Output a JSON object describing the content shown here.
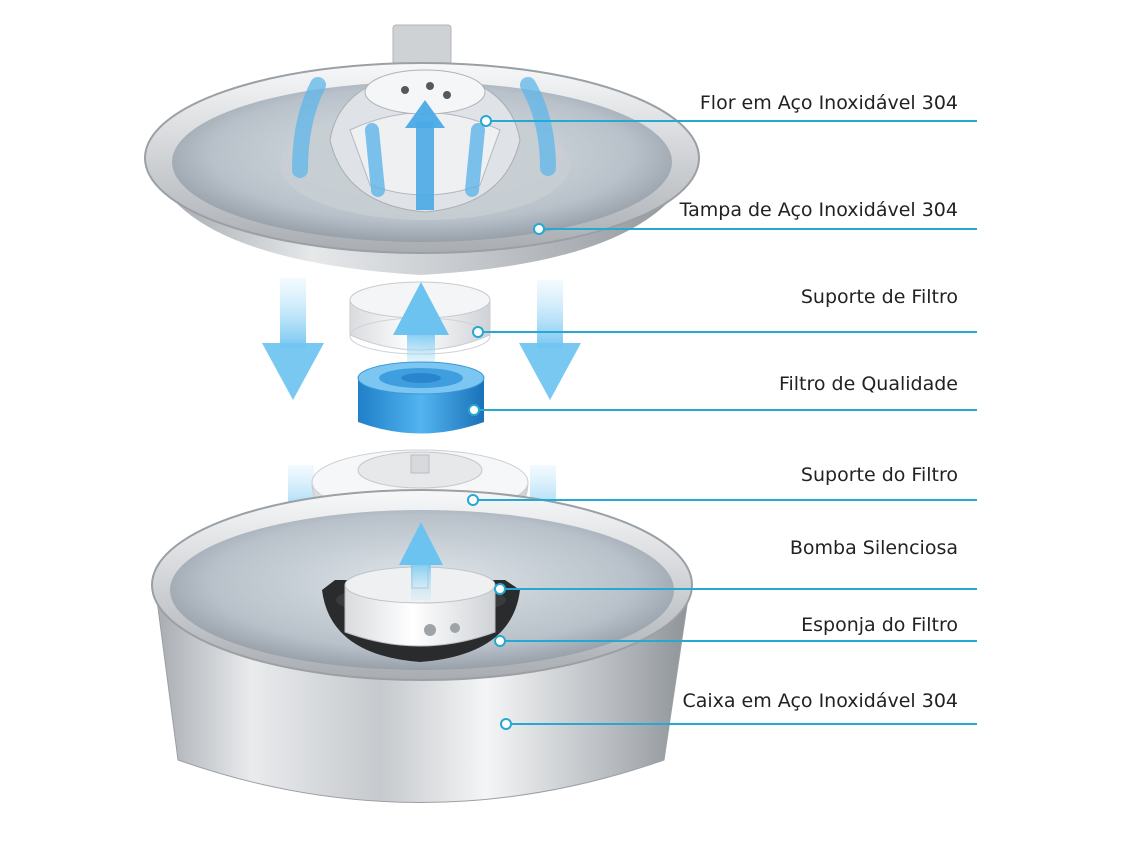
{
  "labels": [
    {
      "id": "flor",
      "text": "Flor em Aço Inoxidável 304"
    },
    {
      "id": "tampa",
      "text": "Tampa de Aço Inoxidável 304"
    },
    {
      "id": "suporte-filtro",
      "text": "Suporte de Filtro"
    },
    {
      "id": "filtro-qualidade",
      "text": "Filtro de Qualidade"
    },
    {
      "id": "suporte-do-filtro",
      "text": "Suporte do Filtro"
    },
    {
      "id": "bomba",
      "text": "Bomba Silenciosa"
    },
    {
      "id": "esponja",
      "text": "Esponja do Filtro"
    },
    {
      "id": "caixa",
      "text": "Caixa em Aço Inoxidável 304"
    }
  ],
  "colors": {
    "leader": "#25a8d1",
    "steel_light": "#eef0f2",
    "steel_dark": "#9ea3a8",
    "filter_blue": "#2f95dc",
    "flow_arrow": "#8fd2f5"
  }
}
